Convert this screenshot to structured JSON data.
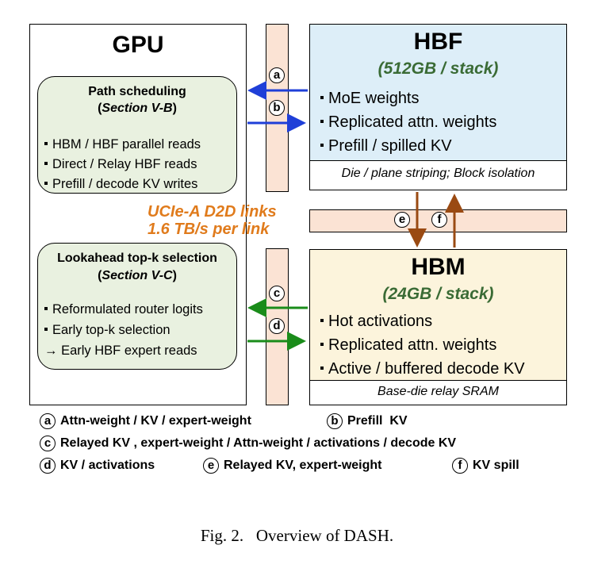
{
  "gpu": {
    "title": "GPU",
    "path_block": {
      "title": "Path scheduling",
      "section_prefix": "(",
      "section": "Section V-B",
      "section_suffix": ")",
      "items": [
        "HBM / HBF parallel reads",
        "Direct / Relay HBF reads",
        "Prefill / decode KV writes"
      ]
    },
    "lookahead_block": {
      "title": "Lookahead top-k selection",
      "section_prefix": "(",
      "section": "Section V-C",
      "section_suffix": ")",
      "items": [
        "Reformulated router logits",
        "Early top-k selection"
      ],
      "arrow_item": "→ Early HBF expert reads"
    }
  },
  "hbf": {
    "title": "HBF",
    "capacity": "(512GB / stack)",
    "items": [
      "MoE weights",
      "Replicated attn. weights",
      "Prefill / spilled KV"
    ],
    "footer": "Die / plane striping; Block isolation"
  },
  "hbm": {
    "title": "HBM",
    "capacity": "(24GB / stack)",
    "items": [
      "Hot activations",
      "Replicated attn. weights",
      "Active / buffered decode KV"
    ],
    "footer": "Base-die relay SRAM"
  },
  "links": {
    "line1": "UCIe-A D2D links",
    "line2": "1.6 TB/s per link",
    "color": "#e07b1c"
  },
  "markers": {
    "a": "a",
    "b": "b",
    "c": "c",
    "d": "d",
    "e": "e",
    "f": "f"
  },
  "legend": {
    "a": "Attn-weight / KV / expert-weight",
    "b": "Prefill  KV",
    "c": "Relayed KV , expert-weight / Attn-weight / activations / decode KV",
    "d": "KV / activations",
    "e": "Relayed KV, expert-weight",
    "f": "KV spill"
  },
  "caption": "Fig. 2.   Overview of DASH.",
  "colors": {
    "hbf_bg": "#ddeef8",
    "hbm_bg": "#fcf4dc",
    "gpu_block_bg": "#e9f1e0",
    "link_bar_bg": "#fbe3d4",
    "capacity_text": "#3a6b35",
    "arrow_blue": "#1f3fd8",
    "arrow_green": "#1a8c1a",
    "arrow_brown": "#9a4a12"
  }
}
